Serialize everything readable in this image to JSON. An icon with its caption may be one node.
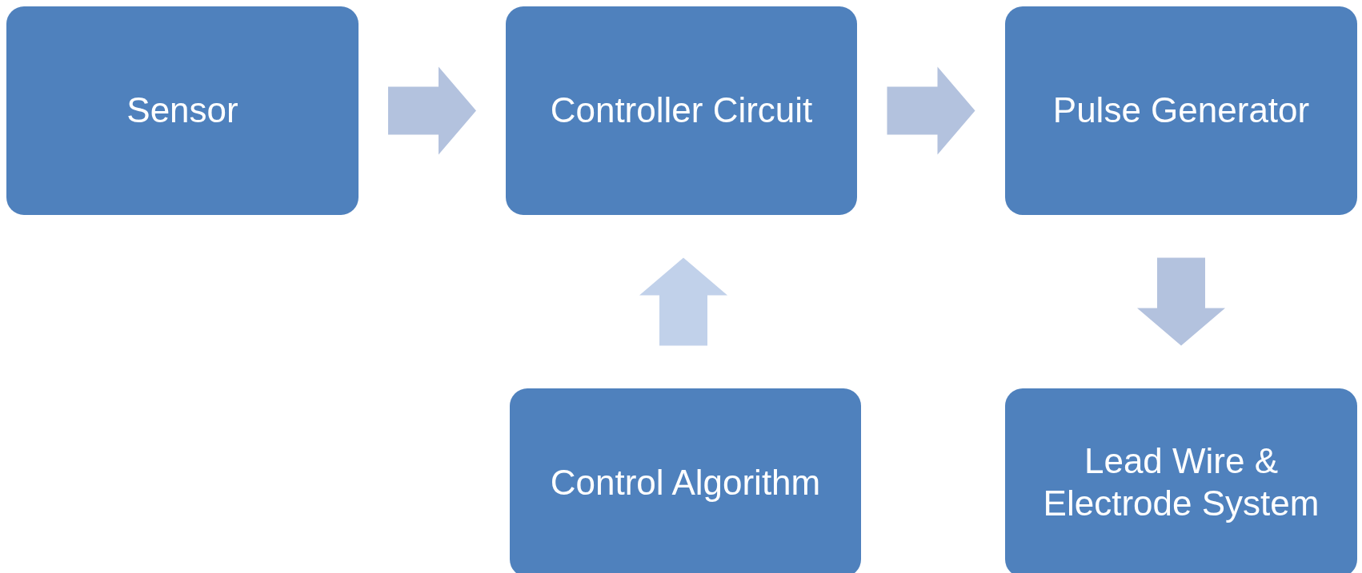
{
  "diagram": {
    "nodes": [
      {
        "text": [
          "Sensor"
        ]
      },
      {
        "text": [
          "Controller Circuit"
        ]
      },
      {
        "text": [
          "Pulse Generator"
        ]
      },
      {
        "text": [
          "Control Algorithm"
        ]
      },
      {
        "text": [
          "Lead Wire & Electrode System"
        ]
      }
    ],
    "edges": [
      {
        "from": 0,
        "to": 1,
        "arrow": "to"
      },
      {
        "from": 1,
        "to": 2,
        "arrow": "to"
      },
      {
        "from": 3,
        "to": 1,
        "arrow": "to",
        "color": "#c1d1ea"
      },
      {
        "from": 2,
        "to": 4,
        "arrow": "to"
      }
    ]
  }
}
